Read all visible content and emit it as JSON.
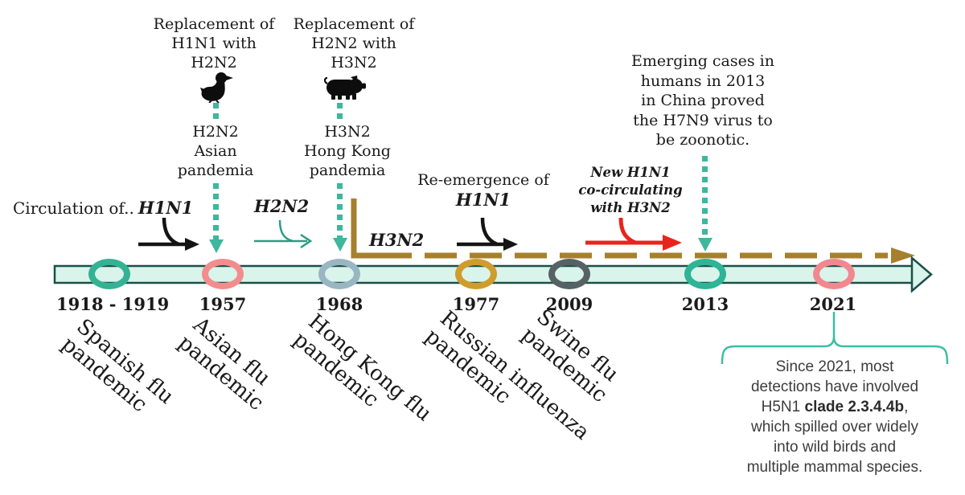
{
  "annotations": {
    "circulation_prefix": "Circulation of..",
    "circulation_strain": "H1N1",
    "replacement_h2n2": [
      "Replacement of",
      "H1N1 with",
      "H2N2"
    ],
    "asian_pandemia": [
      "H2N2",
      "Asian",
      "pandemia"
    ],
    "replacement_h3n2": [
      "Replacement of",
      "H2N2 with",
      "H3N2"
    ],
    "hongkong_pandemia": [
      "H3N2",
      "Hong Kong",
      "pandemia"
    ],
    "h2n2_circulating": "H2N2",
    "h3n2_circulating": "H3N2",
    "reemergence_line": "Re-emergence of",
    "reemergence_strain": "H1N1",
    "new_h1n1": [
      "New H1N1",
      "co-circulating",
      "with H3N2"
    ],
    "h7n9_note": [
      "Emerging cases in",
      "humans in 2013",
      "in China proved",
      "the H7N9 virus to",
      "be zoonotic."
    ]
  },
  "timeline": {
    "events": [
      {
        "year": "1918 - 1919",
        "ring_color": "#35b294",
        "label": [
          "Spanish flu",
          "pandemic"
        ]
      },
      {
        "year": "1957",
        "ring_color": "#f28d8d",
        "label": [
          "Asian flu",
          "pandemic"
        ]
      },
      {
        "year": "1968",
        "ring_color": "#9ab6c2",
        "label": [
          "Hong Kong flu",
          "pandemic"
        ]
      },
      {
        "year": "1977",
        "ring_color": "#cf9c2e",
        "label": [
          "Russian influenza",
          "pandemic"
        ]
      },
      {
        "year": "2009",
        "ring_color": "#566263",
        "label": [
          "Swine flu",
          "pandemic"
        ]
      },
      {
        "year": "2013",
        "ring_color": "#2eb496",
        "label": []
      },
      {
        "year": "2021",
        "ring_color": "#f2888f",
        "label": []
      }
    ]
  },
  "h5n1_note": {
    "line1": "Since 2021, most",
    "line2": "detections have involved",
    "line3_pre": "H5N1 ",
    "line3_bold": "clade 2.3.4.4b",
    "line3_post": ",",
    "line4": "which spilled over widely",
    "line5": "into wild birds and",
    "line6": "multiple mammal species."
  },
  "icons": {
    "bird": "duck-icon",
    "pig": "pig-icon"
  },
  "colors": {
    "timeline_fill": "#d9f4ea",
    "timeline_outline": "#1a5048",
    "dotted_arrow": "#3eb79c",
    "dashed_line": "#a6802e",
    "green_arrow": "#2a9d84",
    "red_arrow": "#e8251c",
    "black_arrow": "#141414",
    "brace": "#3bbfa3"
  }
}
